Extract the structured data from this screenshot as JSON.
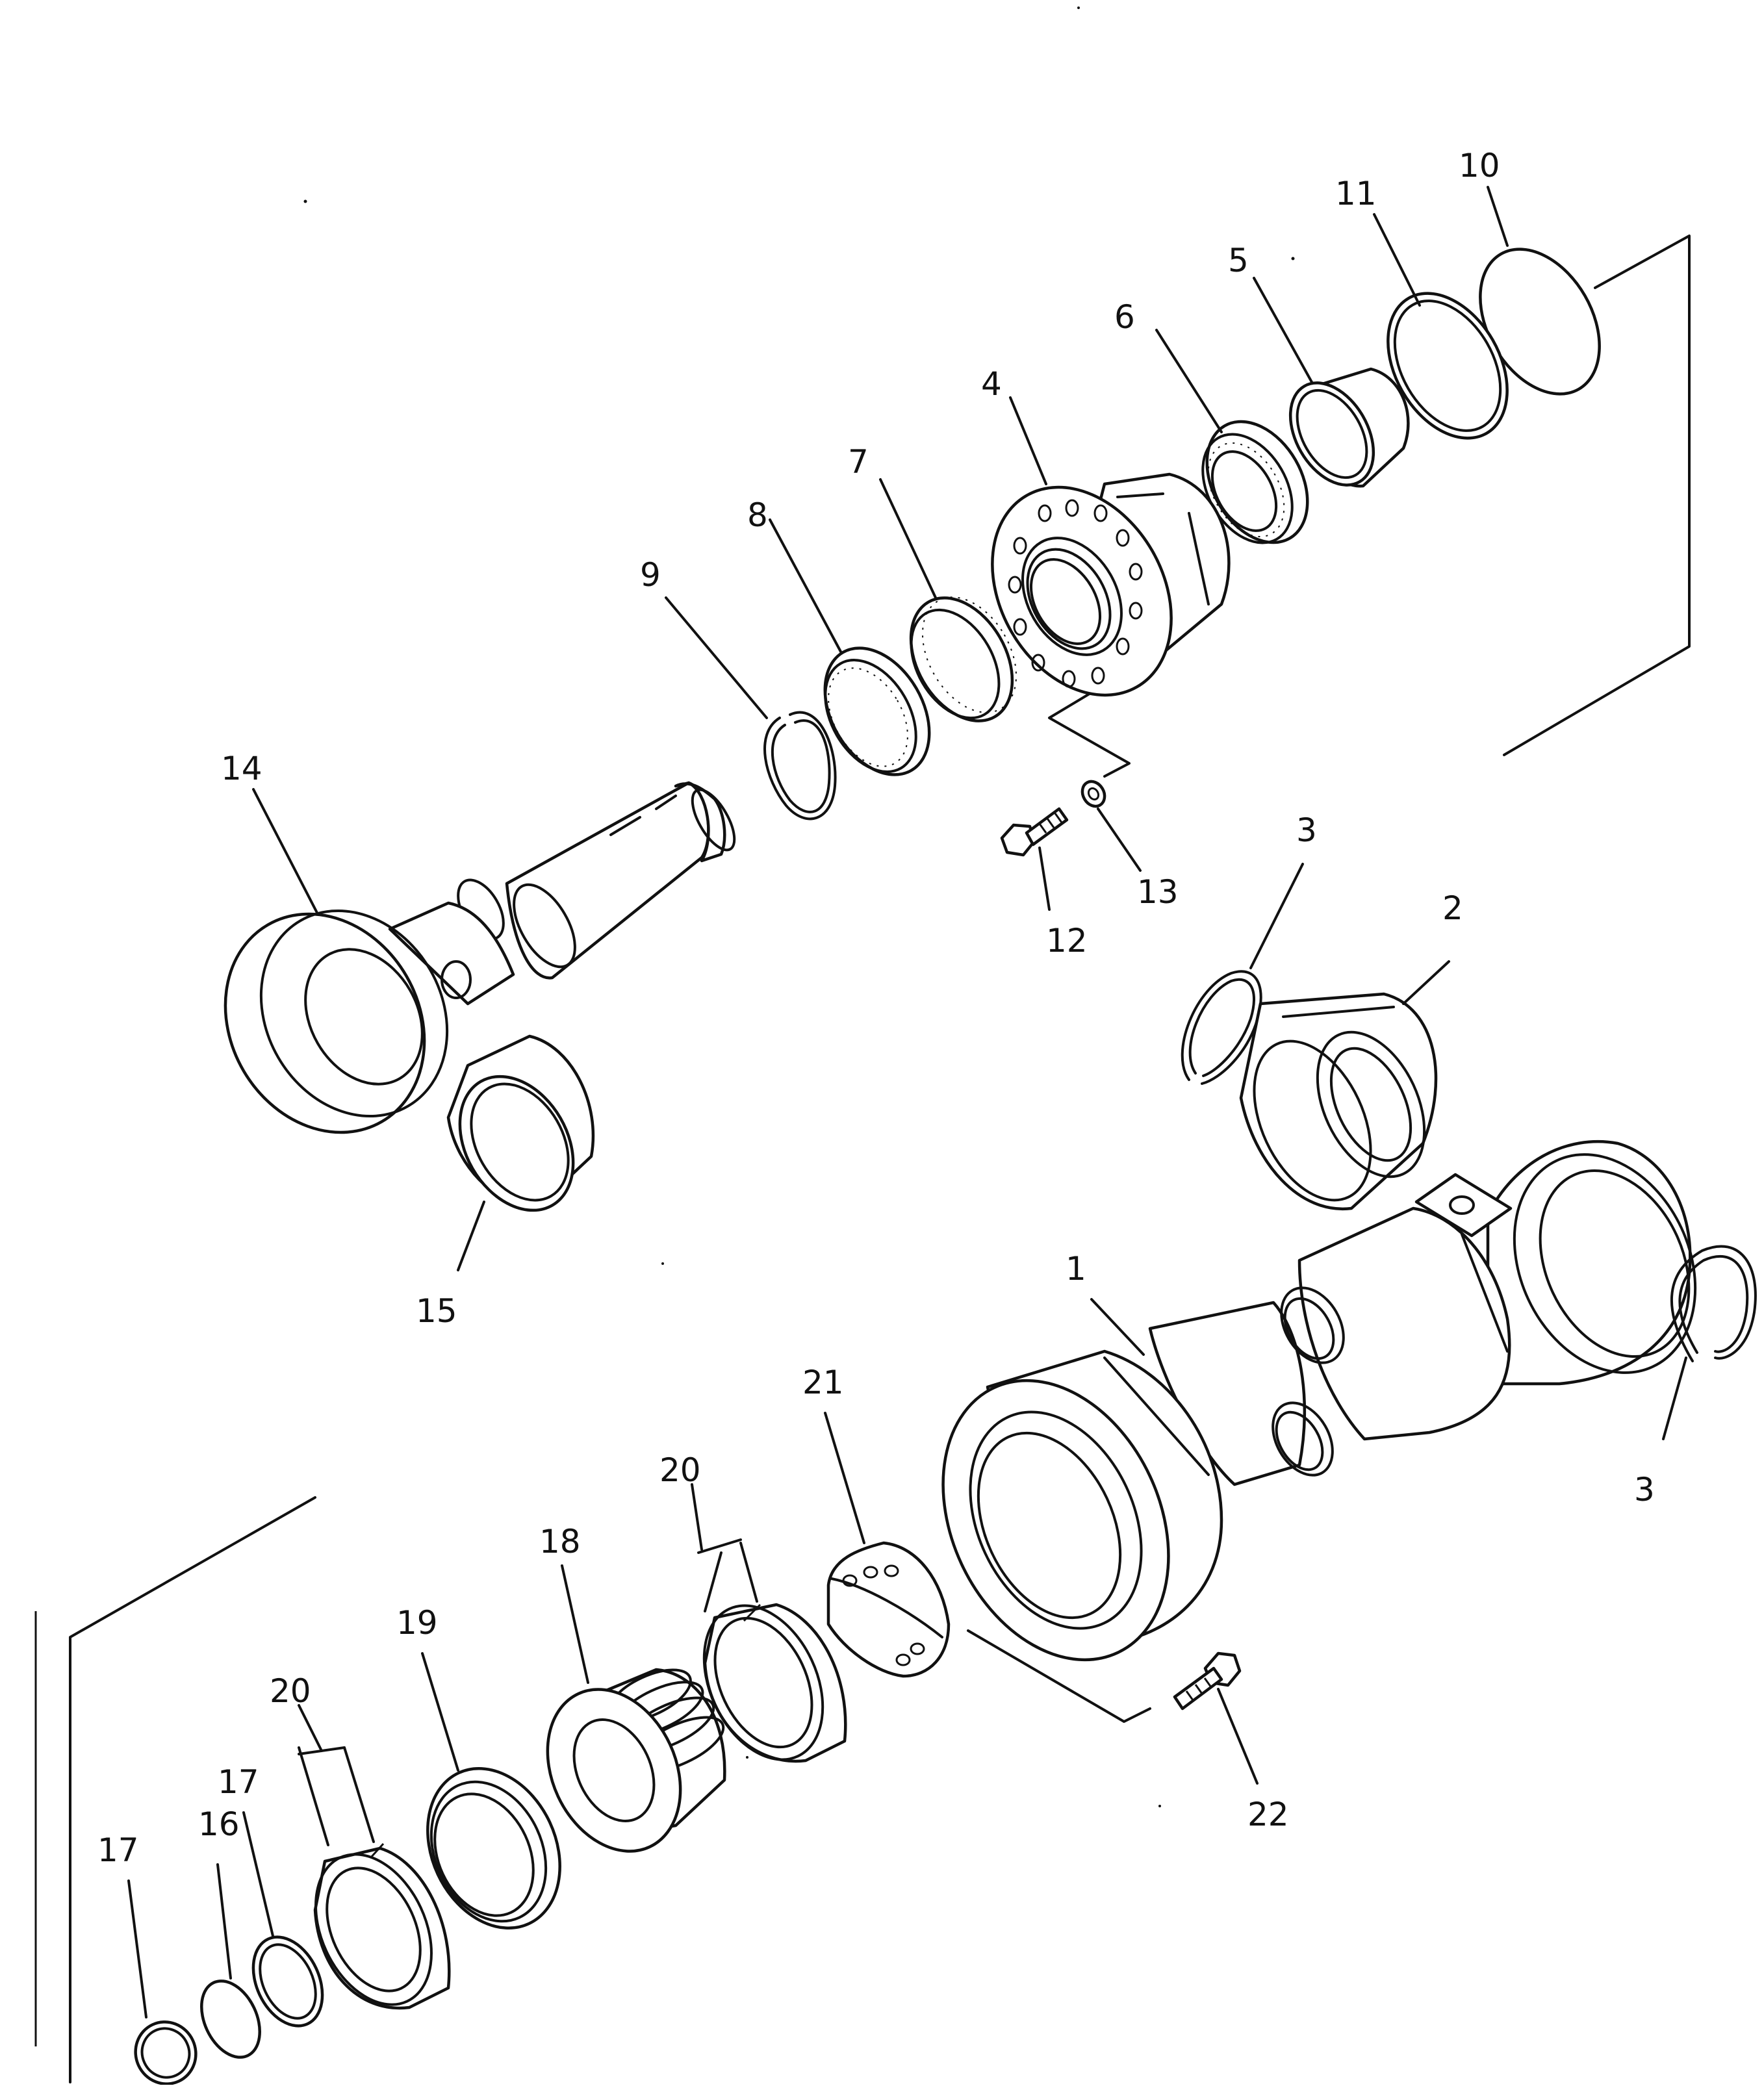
{
  "diagram": {
    "type": "exploded-parts-view",
    "stroke_color": "#111111",
    "background_color": "#ffffff",
    "callouts": [
      {
        "id": "c1",
        "label": "1"
      },
      {
        "id": "c2",
        "label": "2"
      },
      {
        "id": "c3a",
        "label": "3"
      },
      {
        "id": "c3b",
        "label": "3"
      },
      {
        "id": "c4",
        "label": "4"
      },
      {
        "id": "c5",
        "label": "5"
      },
      {
        "id": "c6",
        "label": "6"
      },
      {
        "id": "c7",
        "label": "7"
      },
      {
        "id": "c8",
        "label": "8"
      },
      {
        "id": "c9",
        "label": "9"
      },
      {
        "id": "c10",
        "label": "10"
      },
      {
        "id": "c11",
        "label": "11"
      },
      {
        "id": "c12",
        "label": "12"
      },
      {
        "id": "c13",
        "label": "13"
      },
      {
        "id": "c14",
        "label": "14"
      },
      {
        "id": "c15",
        "label": "15"
      },
      {
        "id": "c16",
        "label": "16"
      },
      {
        "id": "c17a",
        "label": "17"
      },
      {
        "id": "c17b",
        "label": "17"
      },
      {
        "id": "c18",
        "label": "18"
      },
      {
        "id": "c19",
        "label": "19"
      },
      {
        "id": "c20a",
        "label": "20"
      },
      {
        "id": "c20b",
        "label": "20"
      },
      {
        "id": "c21",
        "label": "21"
      },
      {
        "id": "c22",
        "label": "22"
      }
    ]
  }
}
